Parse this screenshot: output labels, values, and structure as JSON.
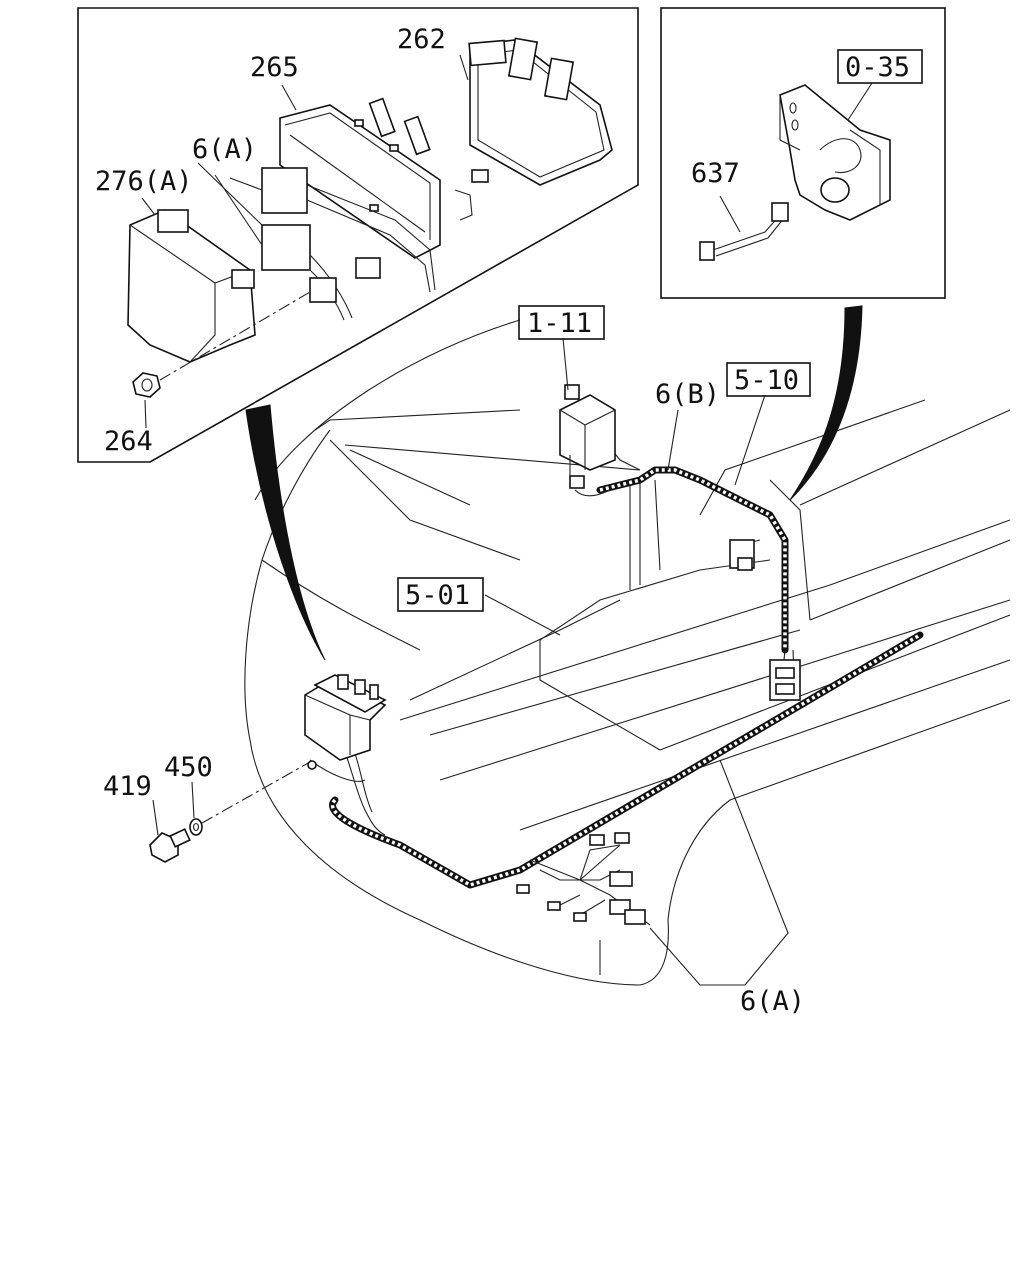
{
  "labels": {
    "p262": "262",
    "p265": "265",
    "p6a_top": "6(A)",
    "p276a": "276(A)",
    "p264": "264",
    "p035": "0-35",
    "p637": "637",
    "p111": "1-11",
    "p6b": "6(B)",
    "p510": "5-10",
    "p501": "5-01",
    "p419": "419",
    "p450": "450",
    "p6a_bottom": "6(A)"
  },
  "icons": {
    "relay_box": "relay-box-icon",
    "sensor": "sensor-icon",
    "bolt": "bolt-icon",
    "washer": "washer-icon",
    "nut": "nut-icon"
  }
}
